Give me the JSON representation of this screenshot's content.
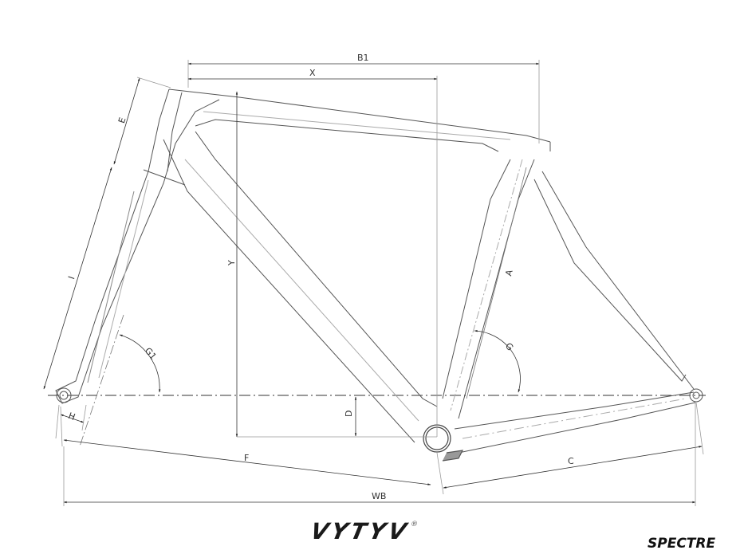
{
  "diagram": {
    "type": "bicycle frame geometry drawing",
    "dimension_labels": {
      "B1": "B1",
      "X": "X",
      "Y": "Y",
      "E": "E",
      "I": "I",
      "A": "A",
      "G": "G",
      "G1": "G1",
      "H": "H",
      "D": "D",
      "F": "F",
      "C": "C",
      "WB": "WB"
    }
  },
  "branding": {
    "brand_name": "VYTYV",
    "registered_mark": "®",
    "model_name": "SPECTRE"
  }
}
